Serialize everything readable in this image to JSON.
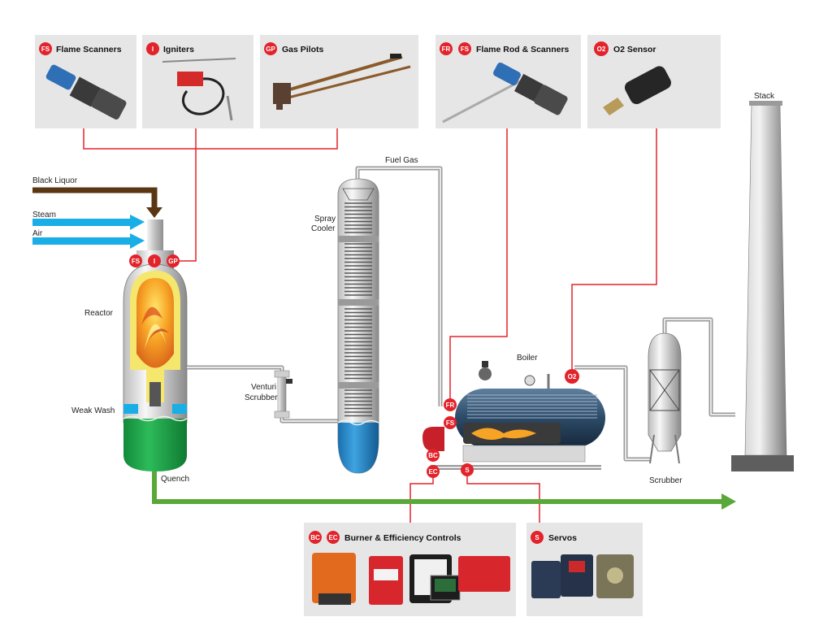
{
  "panels": {
    "flame_scanners": {
      "badges": [
        "FS"
      ],
      "title": "Flame Scanners"
    },
    "igniters": {
      "badges": [
        "I"
      ],
      "title": "Igniters"
    },
    "gas_pilots": {
      "badges": [
        "GP"
      ],
      "title": "Gas Pilots"
    },
    "flame_rod_scanners": {
      "badges": [
        "FR",
        "FS"
      ],
      "title": "Flame Rod & Scanners"
    },
    "o2_sensor": {
      "badges": [
        "O2"
      ],
      "title": "O2 Sensor"
    },
    "burner_controls": {
      "badges": [
        "BC",
        "EC"
      ],
      "title": "Burner & Efficiency Controls"
    },
    "servos": {
      "badges": [
        "S"
      ],
      "title": "Servos"
    }
  },
  "labels": {
    "black_liquor": "Black Liquor",
    "steam": "Steam",
    "air": "Air",
    "reactor": "Reactor",
    "weak_wash": "Weak Wash",
    "quench": "Quench",
    "venturi_1": "Venturi",
    "venturi_2": "Scrubber",
    "spray_1": "Spray",
    "spray_2": "Cooler",
    "fuel_gas": "Fuel Gas",
    "boiler": "Boiler",
    "scrubber": "Scrubber",
    "stack": "Stack"
  },
  "reactor_badges": {
    "fs": "FS",
    "i": "I",
    "gp": "GP"
  },
  "boiler_badges": {
    "fr": "FR",
    "fs": "FS",
    "bc": "BC",
    "ec": "EC",
    "s": "S",
    "o2": "O2"
  },
  "colors": {
    "badge_red": "#e3232b",
    "connector_red": "#e3232b",
    "black_liquor_brown": "#5a3613",
    "steam_air_blue": "#19aee6",
    "quench_green": "#5aa83a",
    "panel_gray": "#e6e6e6",
    "reactor_green": "#1fa24a",
    "flame_orange": "#f39a1e"
  }
}
